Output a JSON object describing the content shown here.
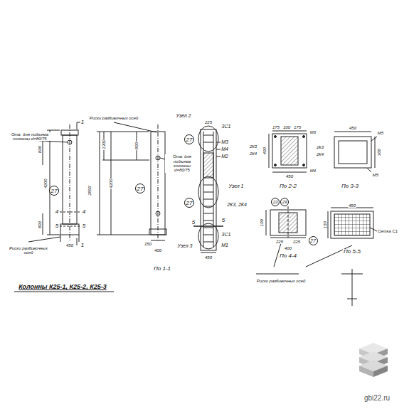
{
  "diagram": {
    "title": "Колонны К25-1, К25-2, К25-3",
    "nodes": [
      {
        "text": [
          "27"
        ]
      },
      {
        "text": [
          "27"
        ]
      },
      {
        "text": [
          "27"
        ]
      },
      {
        "text": [
          "27"
        ]
      },
      {
        "text": [
          "23"
        ]
      },
      {
        "text": [
          "29"
        ]
      },
      {
        "text": [
          "27"
        ]
      }
    ],
    "labels": [
      "Отв. для подъема колонны d=80/75",
      "Риски разбивочных осей",
      "Отв. для подъема колонны d=80/75",
      "Риски разбивочных осей",
      "Узел 2",
      "Узел 1",
      "Узел 3",
      "3С1",
      "М3",
      "М4",
      "М2",
      "2К3, 2К4",
      "3С1",
      "М1",
      "5",
      "5",
      "4",
      "4",
      "5",
      "5",
      "1",
      "1",
      "По 1-1",
      "450",
      "4200",
      "800",
      "800",
      "2850",
      "1300",
      "4200",
      "400",
      "150",
      "800",
      "450",
      "225",
      "175",
      "100",
      "175",
      "400",
      "2К3",
      "2К4",
      "М3",
      "М4",
      "450",
      "По 2-2",
      "450",
      "М5",
      "2К3",
      "2К4",
      "300",
      "М5",
      "По 3-3",
      "100",
      "225",
      "225",
      "400",
      "По 4-4",
      "450",
      "150",
      "Сетка С1",
      "По 5-5",
      "Риски разбивочных осей",
      "gbi22.ru"
    ]
  }
}
